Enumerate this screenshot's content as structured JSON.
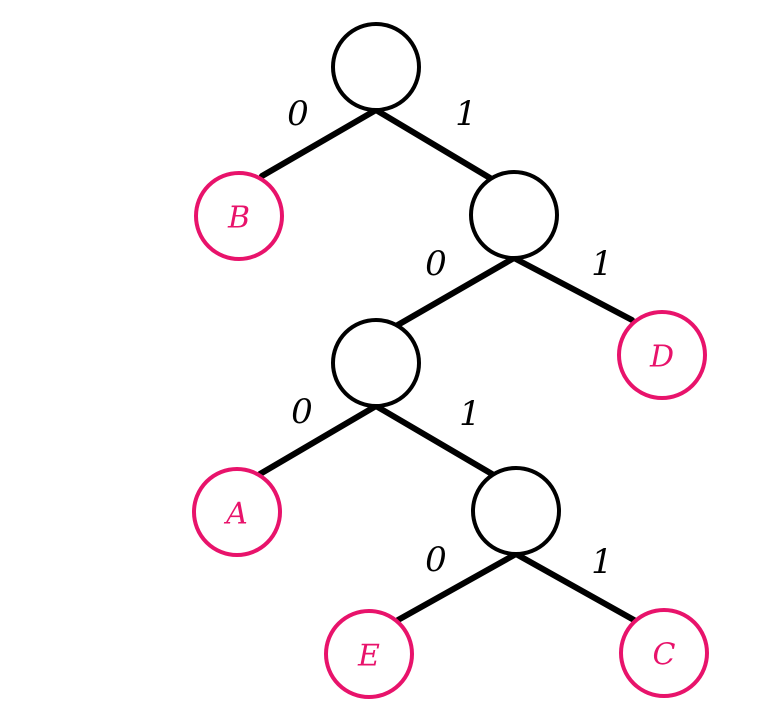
{
  "colors": {
    "line": "#000000",
    "leaf": "#e8136b",
    "background": "#ffffff"
  },
  "tree": {
    "edge_labels": [
      "0",
      "1",
      "0",
      "1",
      "0",
      "1",
      "0",
      "1"
    ],
    "leaves": [
      "B",
      "D",
      "A",
      "E",
      "C"
    ]
  }
}
